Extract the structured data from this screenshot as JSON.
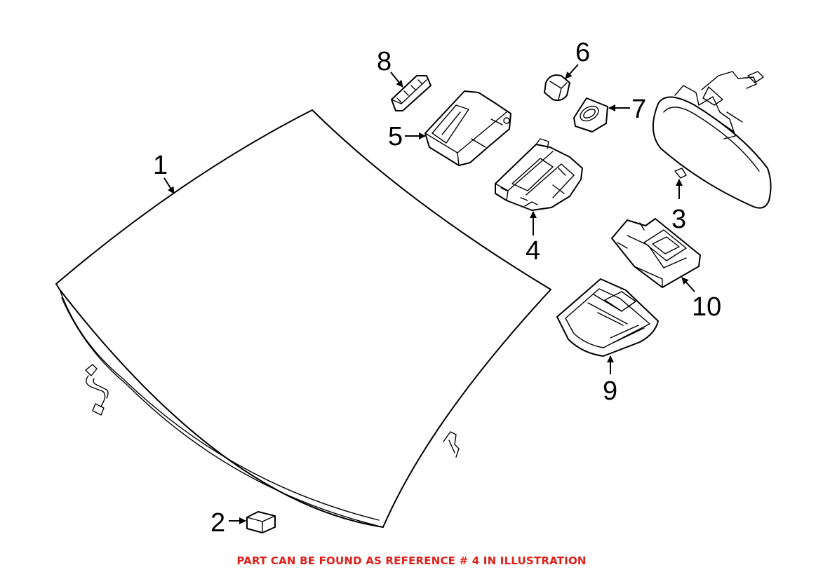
{
  "callouts": {
    "c1": "1",
    "c2": "2",
    "c3": "3",
    "c4": "4",
    "c5": "5",
    "c6": "6",
    "c7": "7",
    "c8": "8",
    "c9": "9",
    "c10": "10"
  },
  "caption": "PART CAN BE FOUND AS REFERENCE # 4 IN ILLUSTRATION",
  "colors": {
    "line": "#000000",
    "caption": "#e0201b",
    "background": "#ffffff"
  }
}
